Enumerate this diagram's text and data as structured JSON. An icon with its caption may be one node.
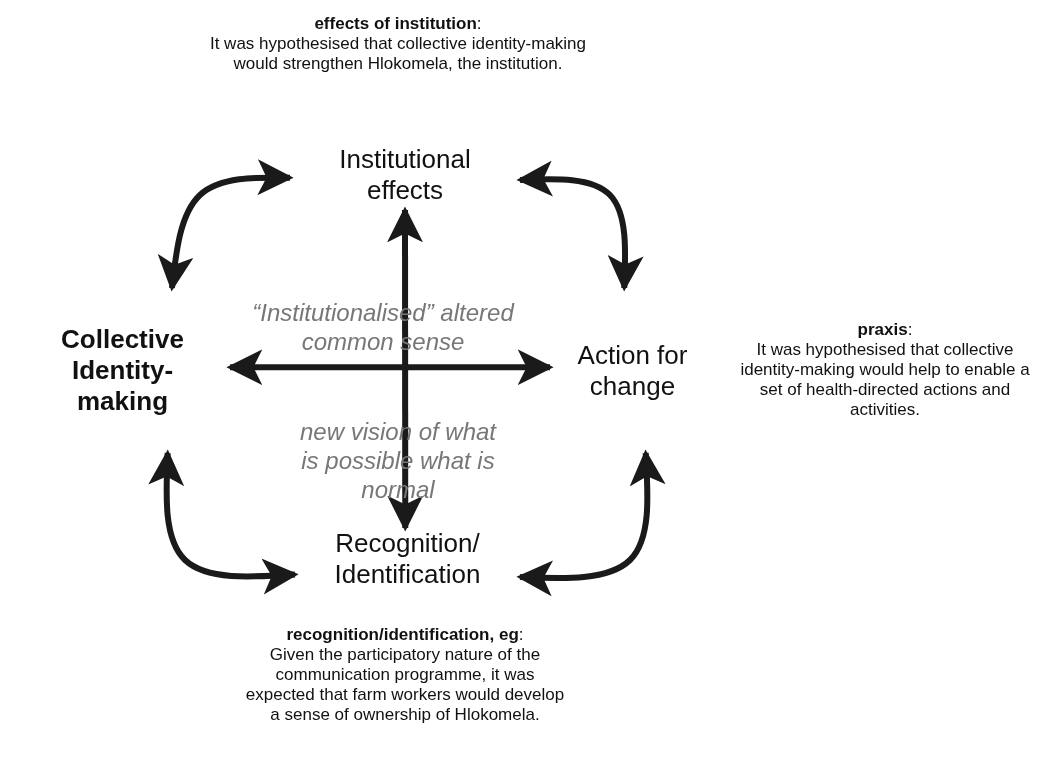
{
  "diagram": {
    "nodes": [
      {
        "text": [
          "Institutional effects"
        ]
      },
      {
        "text": [
          "Collective Identity-making"
        ]
      },
      {
        "text": [
          "Action for change"
        ]
      },
      {
        "text": [
          "Recognition/ Identification"
        ]
      }
    ],
    "edges": [
      {
        "from": 0,
        "to": 1,
        "arrow": "both"
      },
      {
        "from": 0,
        "to": 2,
        "arrow": "both"
      },
      {
        "from": 1,
        "to": 3,
        "arrow": "both"
      },
      {
        "from": 2,
        "to": 3,
        "arrow": "both"
      },
      {
        "from": 0,
        "to": 3,
        "arrow": "both"
      },
      {
        "from": 1,
        "to": 2,
        "arrow": "both"
      }
    ],
    "labels": [
      "**effects of institution**:",
      "It was hypothesised that collective identity-making would strengthen Hlokomela, the institution.",
      "“Institutionalised” altered common sense",
      "**praxis**:",
      "It was hypothesised that collective identity-making would help to enable a set of health-directed actions and activities.",
      "new vision of what is possible what is normal",
      "**recognition/identification, eg**:",
      "Given the participatory nature of the communication programme, it was expected that farm workers would develop a sense of ownership of Hlokomela."
    ]
  }
}
